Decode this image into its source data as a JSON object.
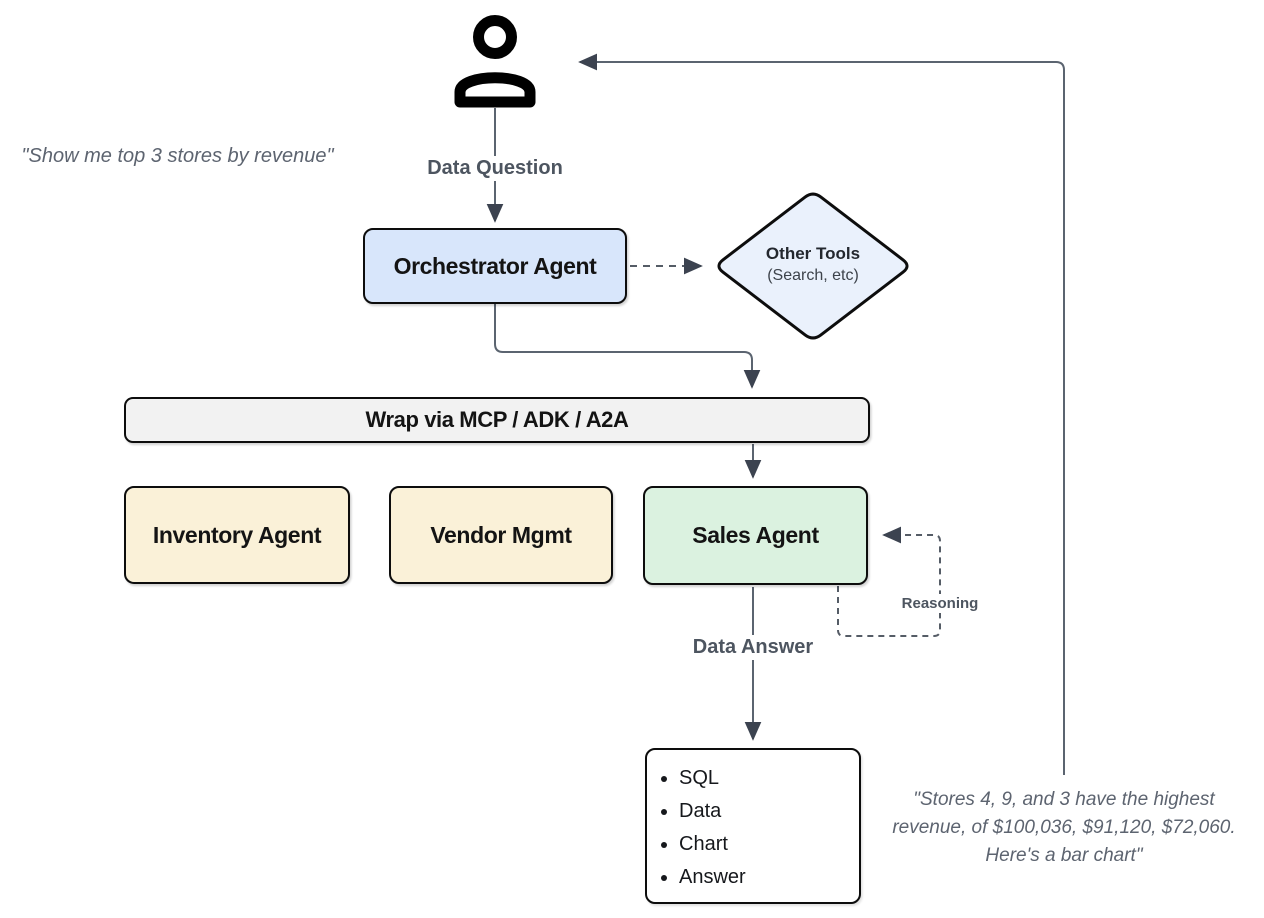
{
  "diagram": {
    "quotes": {
      "left": "\"Show me top 3 stores by revenue\"",
      "right_line1": "\"Stores 4, 9, and 3 have the highest",
      "right_line2": "revenue, of $100,036, $91,120, $72,060.",
      "right_line3": "Here's a bar chart\""
    },
    "flow_labels": {
      "data_question": "Data Question",
      "data_answer": "Data Answer",
      "reasoning": "Reasoning"
    },
    "nodes": {
      "orchestrator": {
        "label": "Orchestrator Agent",
        "fill": "#d8e6fb"
      },
      "other_tools": {
        "title": "Other Tools",
        "subtitle": "(Search, etc)",
        "fill": "#eaf1fc"
      },
      "wrap_bar": {
        "label": "Wrap via MCP / ADK / A2A",
        "fill": "#f2f2f2"
      },
      "inventory_agent": {
        "label": "Inventory Agent",
        "fill": "#faf1d8"
      },
      "vendor_mgmt": {
        "label": "Vendor Mgmt",
        "fill": "#faf1d8"
      },
      "sales_agent": {
        "label": "Sales Agent",
        "fill": "#dbf2e0"
      },
      "output": {
        "items": [
          "SQL",
          "Data",
          "Chart",
          "Answer"
        ]
      }
    },
    "icons": {
      "person": "person-icon"
    },
    "colors": {
      "line": "#5b6470",
      "arrowhead": "#3c4350",
      "border": "#0d0d0d",
      "label_text": "#4d5560",
      "quote_text": "#5d6470"
    }
  }
}
